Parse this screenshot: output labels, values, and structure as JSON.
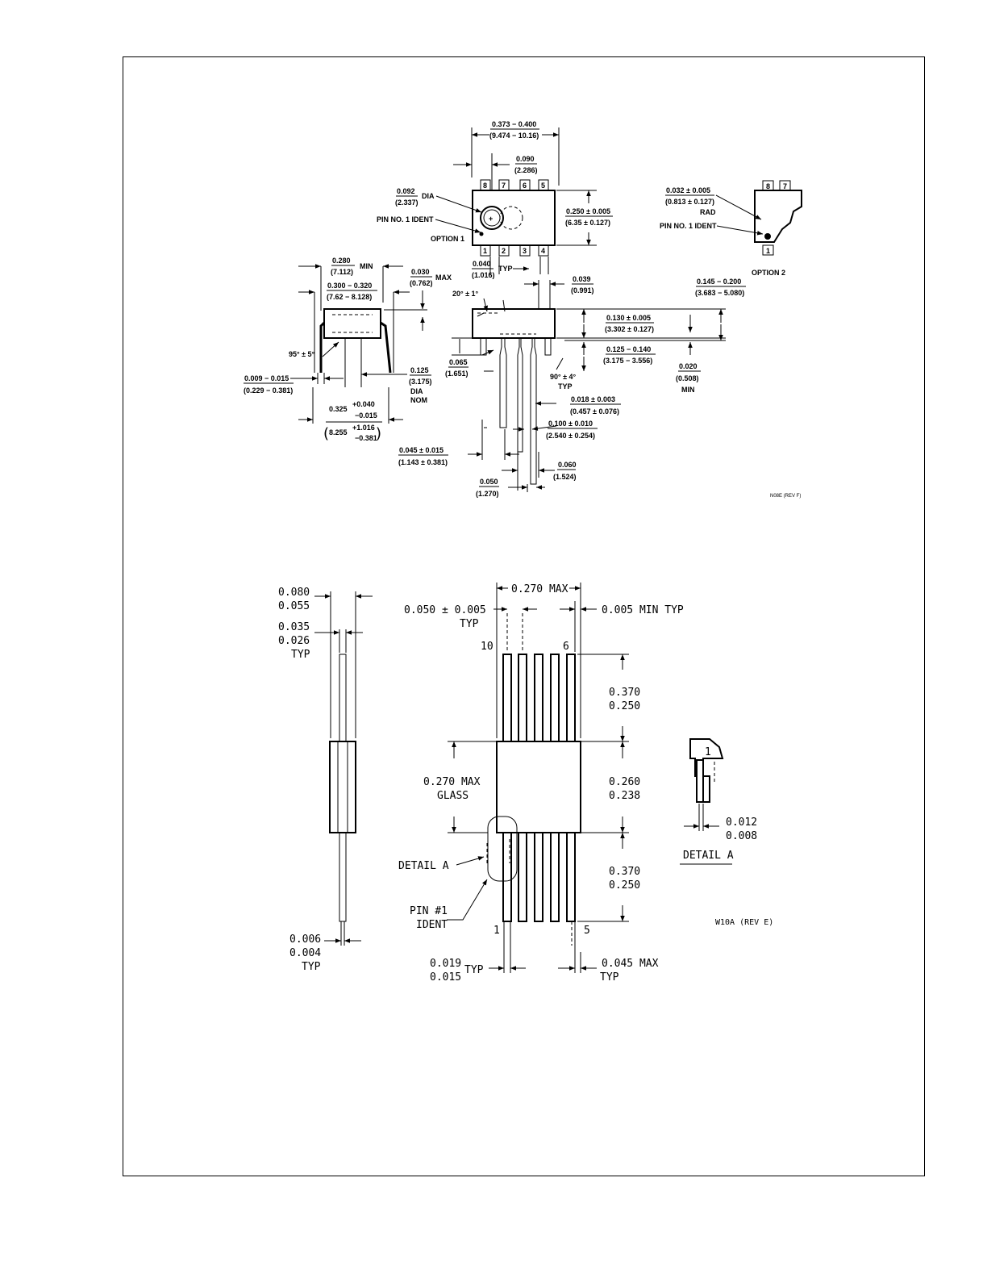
{
  "n08e": {
    "top": {
      "width_in": "0.373 − 0.400",
      "width_mm": "(9.474 − 10.16)",
      "ident_off_in": "0.090",
      "ident_off_mm": "(2.286)",
      "dia_in": "0.092",
      "dia_mm": "(2.337)",
      "dia_suffix": "DIA",
      "pin_ident": "PIN NO. 1 IDENT",
      "option1": "OPTION 1",
      "body_w_in": "0.250 ± 0.005",
      "body_w_mm": "(6.35 ± 0.127)",
      "pins_top": [
        "8",
        "7",
        "6",
        "5"
      ],
      "pins_bottom": [
        "1",
        "2",
        "3",
        "4"
      ],
      "pitch_in": "0.040",
      "pitch_mm": "(1.016)",
      "pitch_suffix": "TYP"
    },
    "option2": {
      "rad_in": "0.032 ± 0.005",
      "rad_mm": "(0.813 ± 0.127)",
      "rad_suffix": "RAD",
      "pin_ident": "PIN NO. 1 IDENT",
      "pins": [
        "8",
        "7",
        "1"
      ],
      "label": "OPTION 2"
    },
    "end": {
      "min_in": "0.280",
      "min_mm": "(7.112)",
      "min_suffix": "MIN",
      "span_in": "0.300 − 0.320",
      "span_mm": "(7.62 − 8.128)",
      "max_in": "0.030",
      "max_mm": "(0.762)",
      "max_suffix": "MAX",
      "angle": "95° ± 5°",
      "lead_in": "0.009 − 0.015",
      "lead_mm": "(0.229 − 0.381)",
      "dia_in": "0.125",
      "dia_mm": "(3.175)",
      "dia_l1": "DIA",
      "dia_l2": "NOM",
      "row_in": "0.325",
      "row_in_plus": "+0.040",
      "row_in_minus": "−0.015",
      "row_mm": "8.255",
      "row_mm_plus": "+1.016",
      "row_mm_minus": "−0.381"
    },
    "side": {
      "w_in": "0.039",
      "w_mm": "(0.991)",
      "angle": "20° ± 1°",
      "h_in": "0.145 − 0.200",
      "h_mm": "(3.683 − 5.080)",
      "body_h_in": "0.130 ± 0.005",
      "body_h_mm": "(3.302 ± 0.127)",
      "shoulder_in": "0.065",
      "shoulder_mm": "(1.651)",
      "lead_len_in": "0.125 − 0.140",
      "lead_len_mm": "(3.175 − 3.556)",
      "seat_in": "0.020",
      "seat_mm": "(0.508)",
      "seat_suffix": "MIN",
      "lead_angle": "90° ± 4°",
      "lead_angle_suffix": "TYP",
      "lead_w_in": "0.018 ± 0.003",
      "lead_w_mm": "(0.457 ± 0.076)",
      "pitch_in": "0.100 ± 0.010",
      "pitch_mm": "(2.540 ± 0.254)",
      "end_in": "0.045 ± 0.015",
      "end_mm": "(1.143 ± 0.381)",
      "shoulder_w_in": "0.060",
      "shoulder_w_mm": "(1.524)",
      "bottom_in": "0.050",
      "bottom_mm": "(1.270)"
    },
    "rev": "N08E (REV F)"
  },
  "w10a": {
    "side": {
      "t1": "0.080",
      "t2": "0.055",
      "t3": "0.035",
      "t4": "0.026",
      "t5": "TYP",
      "b1": "0.006",
      "b2": "0.004",
      "b3": "TYP"
    },
    "top": {
      "max_w": "0.270 MAX",
      "pitch": "0.050 ± 0.005",
      "pitch_typ": "TYP",
      "min_typ": "0.005 MIN TYP",
      "pin10": "10",
      "pin6": "6",
      "pin1": "1",
      "pin5": "5",
      "lead_top_1": "0.370",
      "lead_top_2": "0.250",
      "body_1": "0.260",
      "body_2": "0.238",
      "lead_bot_1": "0.370",
      "lead_bot_2": "0.250",
      "glass_1": "0.270 MAX",
      "glass_2": "GLASS",
      "detail": "DETAIL A",
      "ident_1": "PIN #1",
      "ident_2": "IDENT",
      "lw_1": "0.019",
      "lw_2": "0.015",
      "lw_typ": "TYP",
      "max_e": "0.045 MAX",
      "max_e_typ": "TYP"
    },
    "detail": {
      "pin": "1",
      "d1": "0.012",
      "d2": "0.008",
      "label": "DETAIL A"
    },
    "rev": "W10A (REV E)"
  }
}
